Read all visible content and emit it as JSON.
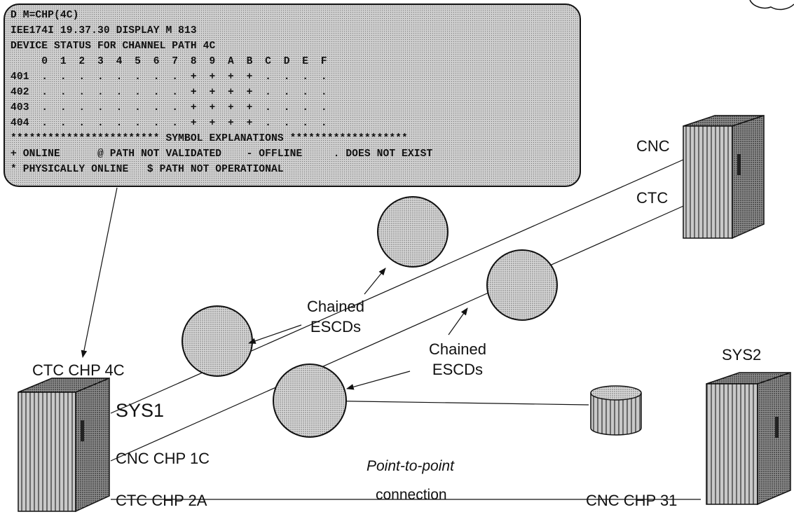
{
  "console": {
    "lines": [
      "D M=CHP(4C)",
      "IEE174I 19.37.30 DISPLAY M 813",
      "DEVICE STATUS FOR CHANNEL PATH 4C",
      "     0  1  2  3  4  5  6  7  8  9  A  B  C  D  E  F",
      "401  .  .  .  .  .  .  .  .  +  +  +  +  .  .  .  .",
      "402  .  .  .  .  .  .  .  .  +  +  +  +  .  .  .  .",
      "403  .  .  .  .  .  .  .  .  +  +  +  +  .  .  .  .",
      "404  .  .  .  .  .  .  .  .  +  +  +  +  .  .  .  .",
      "************************ SYMBOL EXPLANATIONS *******************",
      "+ ONLINE      @ PATH NOT VALIDATED    - OFFLINE     . DOES NOT EXIST",
      "* PHYSICALLY ONLINE   $ PATH NOT OPERATIONAL"
    ]
  },
  "labels": {
    "cnc_right": "CNC",
    "ctc_right": "CTC",
    "chained_escds_1": [
      "Chained",
      "ESCDs"
    ],
    "chained_escds_2": [
      "Chained",
      "ESCDs"
    ],
    "ctc_chp_4c": "CTC CHP 4C",
    "sys1": "SYS1",
    "sys2": "SYS2",
    "cnc_chp_1c": "CNC CHP 1C",
    "ctc_chp_2a": "CTC CHP 2A",
    "cnc_chp_31": "CNC CHP 31",
    "point_to_point": "Point-to-point",
    "connection": "connection"
  },
  "colors": {
    "line": "#111111",
    "shading": "#9a9a9a"
  }
}
